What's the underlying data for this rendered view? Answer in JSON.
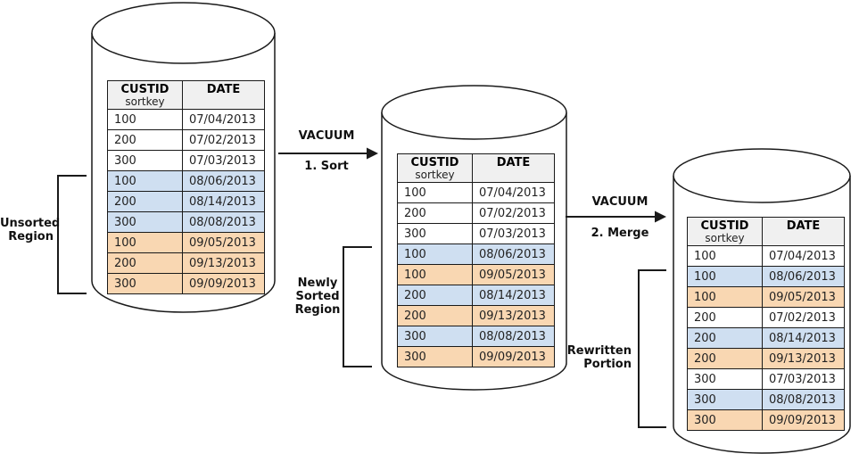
{
  "table_header": {
    "custid": "CUSTID",
    "sortkey": "sortkey",
    "date": "DATE"
  },
  "arrows": [
    {
      "title": "VACUUM",
      "step": "1. Sort"
    },
    {
      "title": "VACUUM",
      "step": "2. Merge"
    }
  ],
  "cylinders": [
    {
      "region_label": "Unsorted Region",
      "region_label_lines": [
        "Unsorted",
        "Region"
      ],
      "rows": [
        {
          "custid": "100",
          "date": "07/04/2013",
          "batch": "jul"
        },
        {
          "custid": "200",
          "date": "07/02/2013",
          "batch": "jul"
        },
        {
          "custid": "300",
          "date": "07/03/2013",
          "batch": "jul"
        },
        {
          "custid": "100",
          "date": "08/06/2013",
          "batch": "aug"
        },
        {
          "custid": "200",
          "date": "08/14/2013",
          "batch": "aug"
        },
        {
          "custid": "300",
          "date": "08/08/2013",
          "batch": "aug"
        },
        {
          "custid": "100",
          "date": "09/05/2013",
          "batch": "sep"
        },
        {
          "custid": "200",
          "date": "09/13/2013",
          "batch": "sep"
        },
        {
          "custid": "300",
          "date": "09/09/2013",
          "batch": "sep"
        }
      ]
    },
    {
      "region_label": "Newly Sorted Region",
      "region_label_lines": [
        "Newly",
        "Sorted",
        "Region"
      ],
      "rows": [
        {
          "custid": "100",
          "date": "07/04/2013",
          "batch": "jul"
        },
        {
          "custid": "200",
          "date": "07/02/2013",
          "batch": "jul"
        },
        {
          "custid": "300",
          "date": "07/03/2013",
          "batch": "jul"
        },
        {
          "custid": "100",
          "date": "08/06/2013",
          "batch": "aug"
        },
        {
          "custid": "100",
          "date": "09/05/2013",
          "batch": "sep"
        },
        {
          "custid": "200",
          "date": "08/14/2013",
          "batch": "aug"
        },
        {
          "custid": "200",
          "date": "09/13/2013",
          "batch": "sep"
        },
        {
          "custid": "300",
          "date": "08/08/2013",
          "batch": "aug"
        },
        {
          "custid": "300",
          "date": "09/09/2013",
          "batch": "sep"
        }
      ]
    },
    {
      "region_label": "Rewritten Portion",
      "region_label_lines": [
        "Rewritten",
        "Portion"
      ],
      "rows": [
        {
          "custid": "100",
          "date": "07/04/2013",
          "batch": "jul"
        },
        {
          "custid": "100",
          "date": "08/06/2013",
          "batch": "aug"
        },
        {
          "custid": "100",
          "date": "09/05/2013",
          "batch": "sep"
        },
        {
          "custid": "200",
          "date": "07/02/2013",
          "batch": "jul"
        },
        {
          "custid": "200",
          "date": "08/14/2013",
          "batch": "aug"
        },
        {
          "custid": "200",
          "date": "09/13/2013",
          "batch": "sep"
        },
        {
          "custid": "300",
          "date": "07/03/2013",
          "batch": "jul"
        },
        {
          "custid": "300",
          "date": "08/08/2013",
          "batch": "aug"
        },
        {
          "custid": "300",
          "date": "09/09/2013",
          "batch": "sep"
        }
      ]
    }
  ],
  "colors": {
    "row_white": "#ffffff",
    "row_blue_aug": "#cfdff1",
    "row_orange_sep": "#f9d7b2",
    "header_bg": "#f0f0f0",
    "line": "#1a1a1a"
  }
}
